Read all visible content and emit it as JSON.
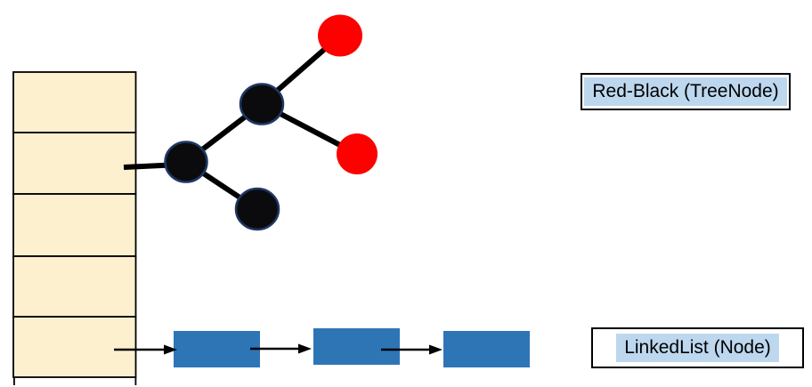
{
  "labels": {
    "tree_box": "Red-Black (TreeNode)",
    "list_box": "LinkedList (Node)"
  },
  "colors": {
    "bucket_fill": "#FDF0CE",
    "outline_black": "#000000",
    "tree_node_black": "#0B0B0D",
    "tree_node_red": "#FC0100",
    "tree_node_outline": "#1F3864",
    "list_node_fill": "#2E75B6",
    "label_highlight": "#BDD7EE",
    "label_border": "#000000",
    "canvas_background": "#FFFFFF"
  },
  "diagram": {
    "description_visible_structure": "bucket array whose second bucket links to a red-black tree and whose fifth bucket links to a singly linked list",
    "bucket_array": {
      "visible_full_cells": 5,
      "partial_cell_cut_at_bottom": true
    },
    "tree": {
      "node_count": 5,
      "nodes": [
        {
          "name": "parent-node",
          "color": "black"
        },
        {
          "name": "left-child-node",
          "color": "black"
        },
        {
          "name": "left-grandchild-node",
          "color": "black"
        },
        {
          "name": "upper-right-child-node",
          "color": "red"
        },
        {
          "name": "lower-right-child-node",
          "color": "red"
        }
      ],
      "edges": [
        {
          "from": "left-child-node",
          "to": "parent-node"
        },
        {
          "from": "left-child-node",
          "to": "left-grandchild-node"
        },
        {
          "from": "parent-node",
          "to": "upper-right-child-node"
        },
        {
          "from": "parent-node",
          "to": "lower-right-child-node"
        },
        {
          "from": "bucket-2",
          "to": "left-child-node"
        }
      ]
    },
    "linked_list": {
      "node_count": 3,
      "arrows": [
        {
          "from": "bucket-5",
          "to": "list-node-1"
        },
        {
          "from": "list-node-1",
          "to": "list-node-2"
        },
        {
          "from": "list-node-2",
          "to": "list-node-3"
        }
      ]
    }
  }
}
